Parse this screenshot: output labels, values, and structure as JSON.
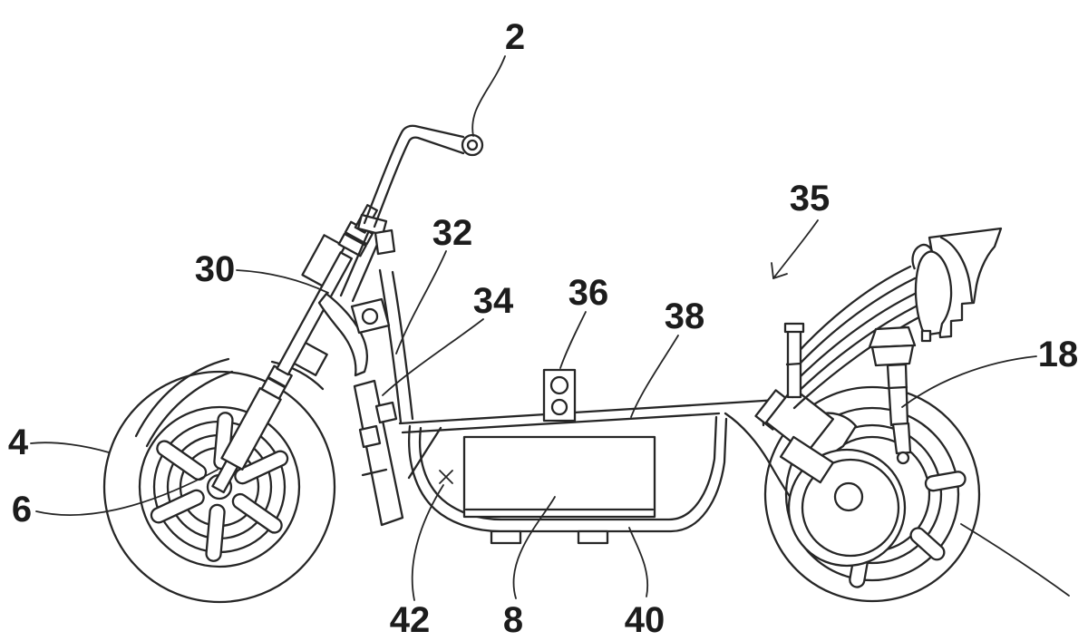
{
  "figure": {
    "background_color": "#ffffff",
    "line_color": "#262626",
    "label_color": "#1c1c1c"
  },
  "labels": {
    "n2": "2",
    "n4": "4",
    "n6": "6",
    "n8": "8",
    "n18": "18",
    "n30": "30",
    "n32": "32",
    "n34": "34",
    "n35": "35",
    "n36": "36",
    "n38": "38",
    "n40": "40",
    "n42": "42"
  }
}
